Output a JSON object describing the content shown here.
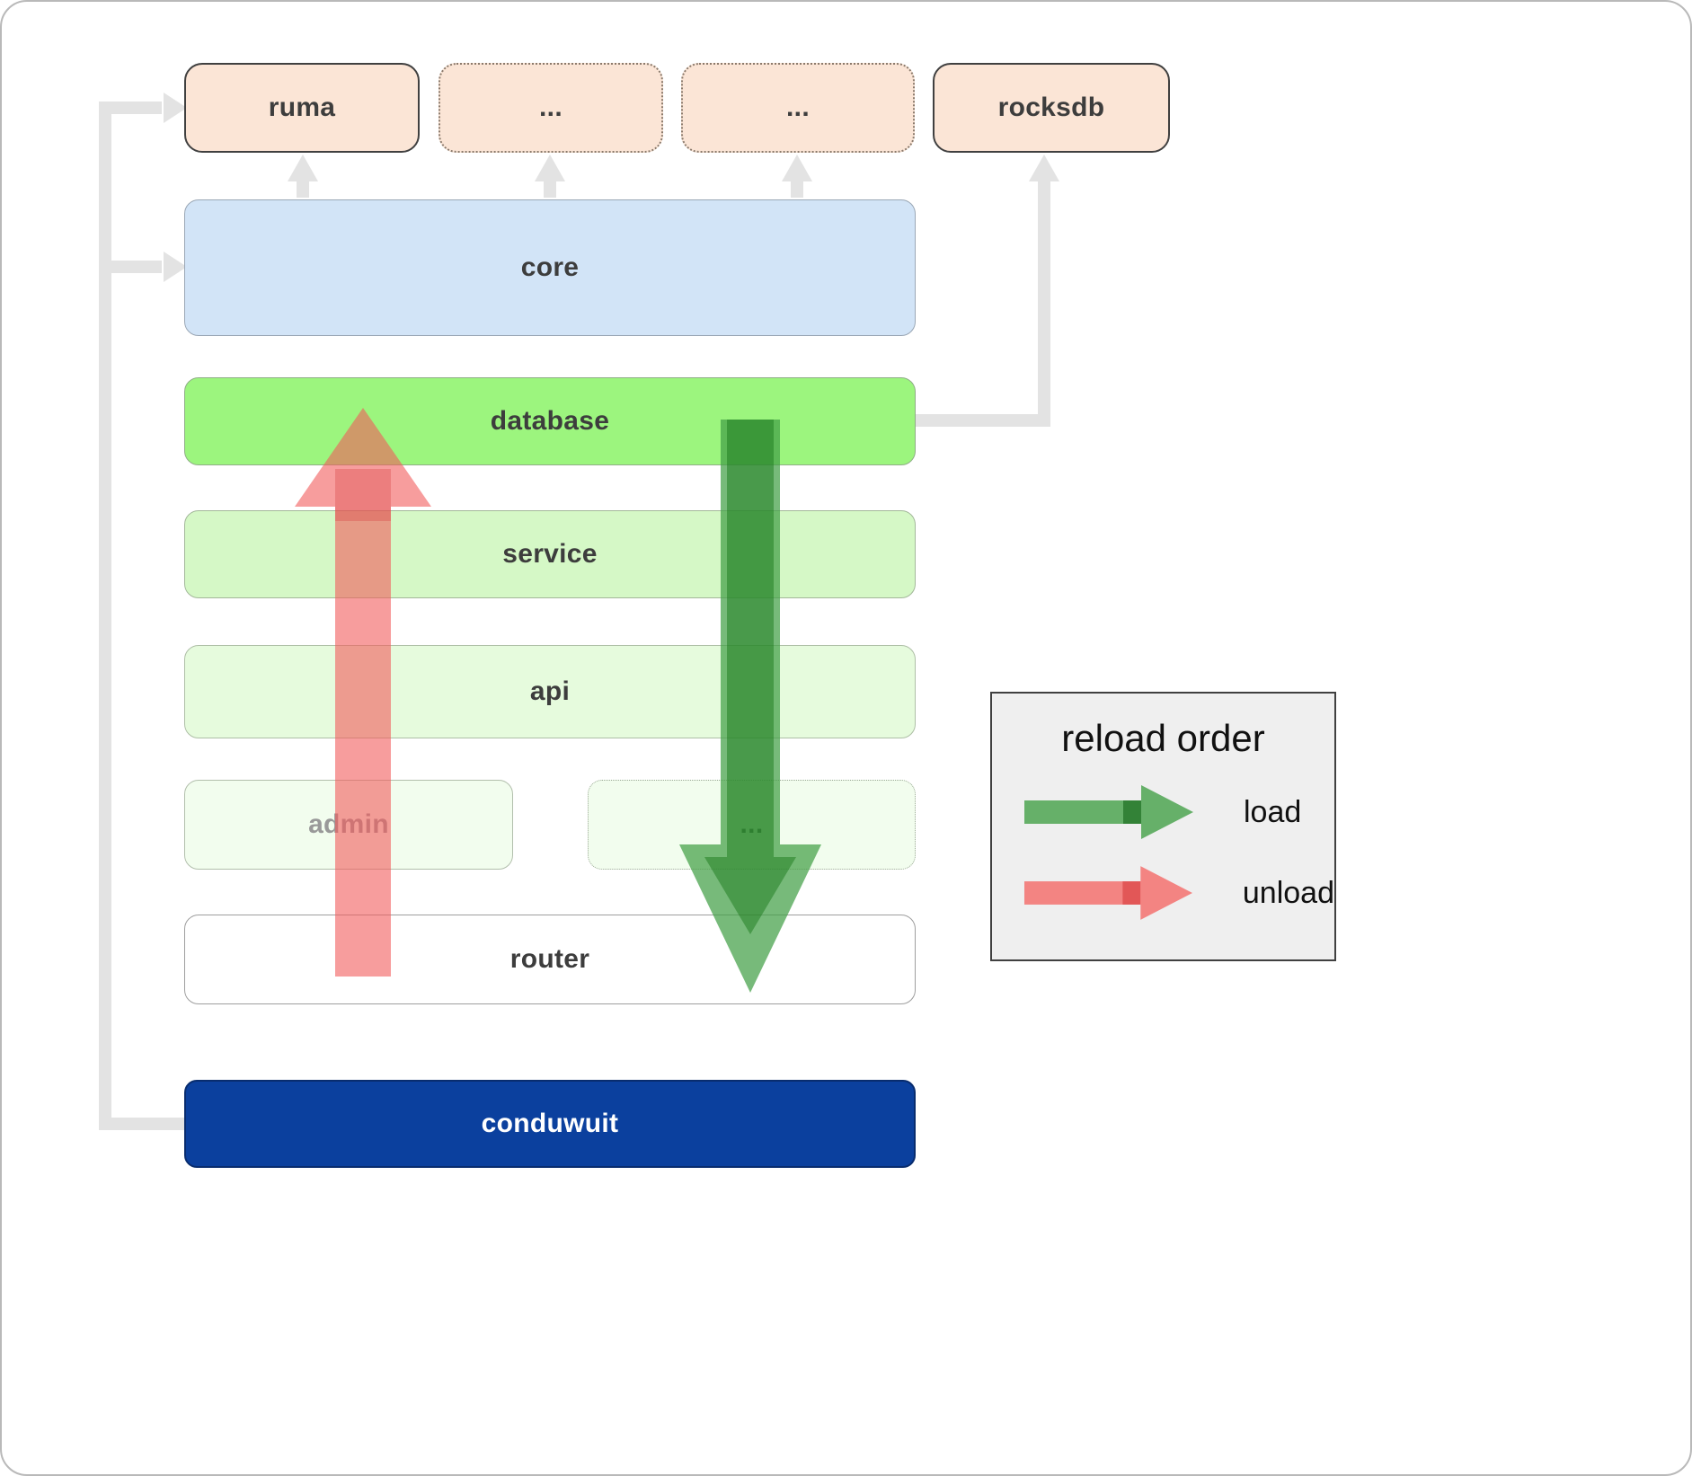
{
  "diagram": {
    "external": {
      "ruma": "ruma",
      "dots1": "...",
      "dots2": "...",
      "rocksdb": "rocksdb"
    },
    "layers": {
      "core": "core",
      "database": "database",
      "service": "service",
      "api": "api",
      "admin": "admin",
      "dots": "...",
      "router": "router",
      "conduwuit": "conduwuit"
    },
    "legend": {
      "title": "reload order",
      "load": "load",
      "unload": "unload"
    },
    "colors": {
      "external_fill": "#fbe5d6",
      "core_fill": "#d2e4f7",
      "database_fill": "#9cf57e",
      "service_fill": "#d5f8c6",
      "api_fill": "#e6fbdd",
      "admin_fill": "#f2fdee",
      "conduwuit_fill": "#0b409e",
      "load_arrow_color": "#43a047",
      "unload_arrow_color": "#f15b5b",
      "connector_color": "#e3e3e3"
    }
  }
}
